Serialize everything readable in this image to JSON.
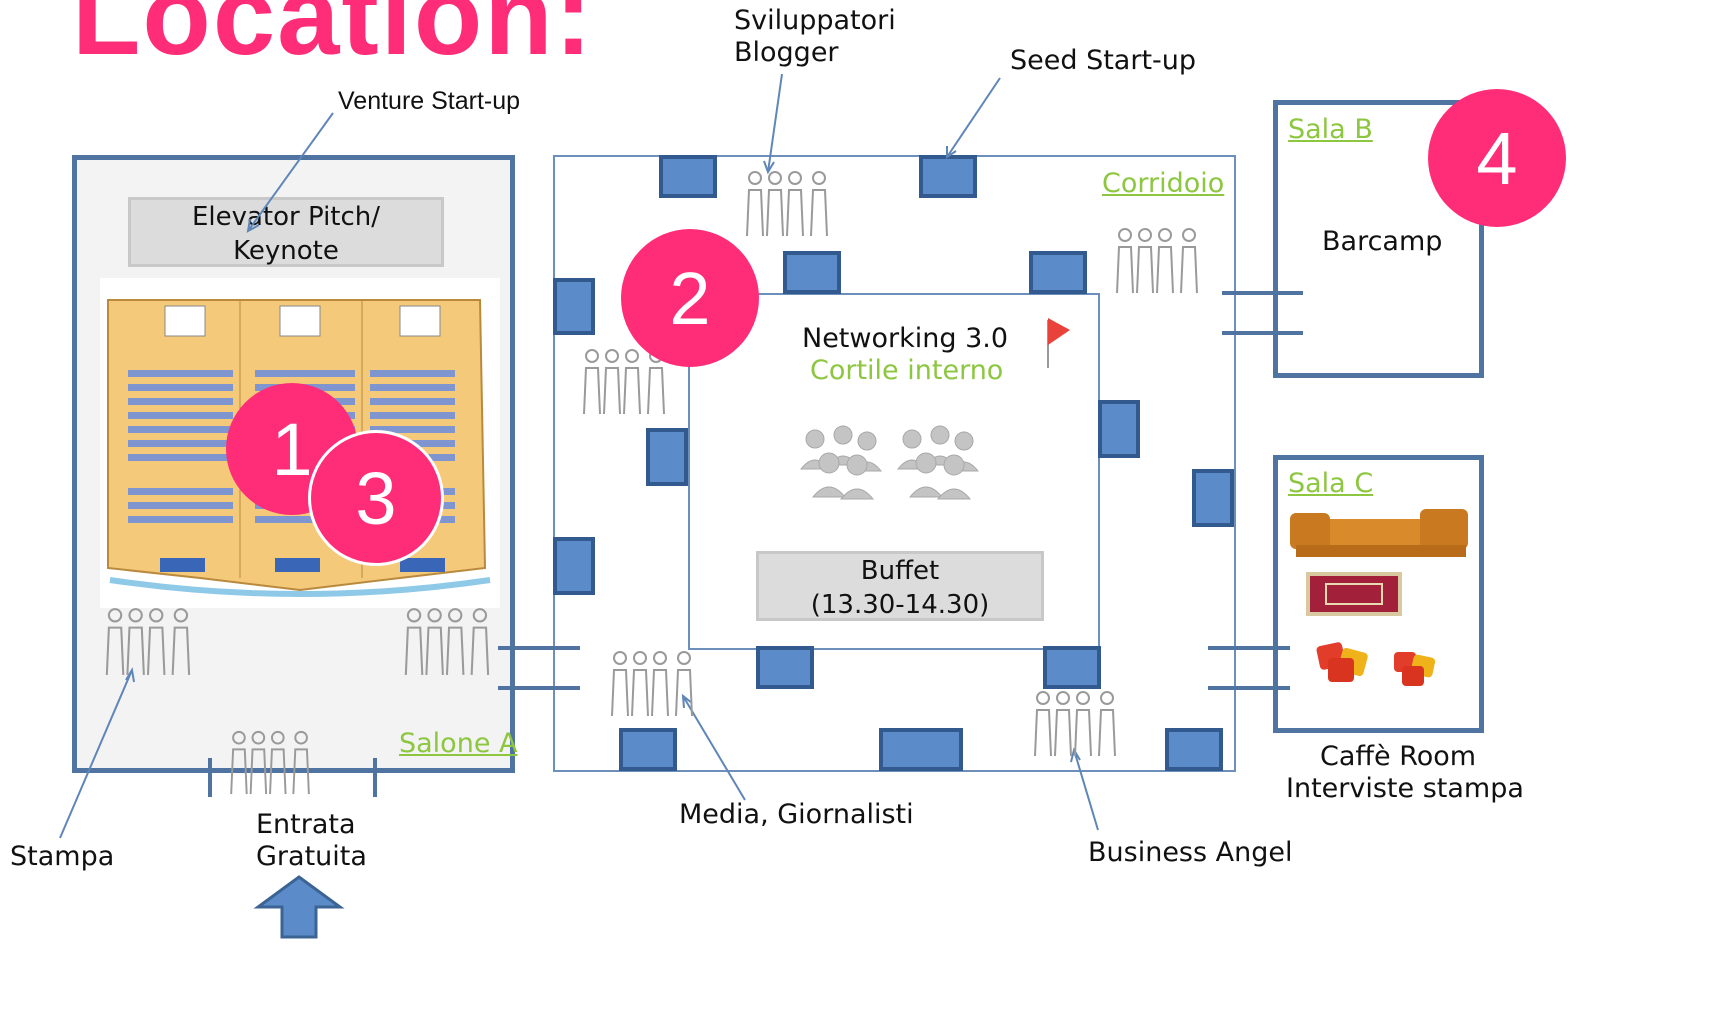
{
  "title": "Location:",
  "labels": {
    "sviluppatori": "Sviluppatori",
    "blogger": "Blogger",
    "seed": "Seed Start-up",
    "venture": "Venture Start-up",
    "elevator_line1": "Elevator Pitch/",
    "elevator_line2": "Keynote",
    "corridoio": "Corridoio",
    "networking": "Networking 3.0",
    "cortile": "Cortile interno",
    "buffet_line1": "Buffet",
    "buffet_line2": "(13.30-14.30)",
    "sala_b": "Sala B",
    "barcamp": "Barcamp",
    "sala_c": "Sala C",
    "caffe_line1": "Caffè Room",
    "caffe_line2": "Interviste stampa",
    "salone_a": "Salone A",
    "entrata_line1": "Entrata",
    "entrata_line2": "Gratuita",
    "stampa": "Stampa",
    "media": "Media, Giornalisti",
    "business_angel": "Business Angel"
  },
  "badges": [
    "1",
    "2",
    "3",
    "4"
  ],
  "colors": {
    "accent": "#ff2d78",
    "wall": "#4f74a2",
    "table": "#5b8bc9",
    "room_label": "#8dc63f"
  }
}
